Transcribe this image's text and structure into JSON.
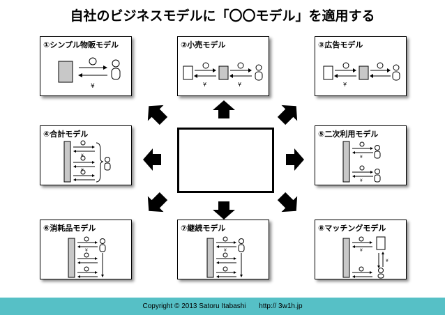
{
  "title": "自社のビジネスモデルに「〇〇モデル」を適用する",
  "panels": [
    {
      "label": "①シンプル物販モデル"
    },
    {
      "label": "②小売モデル"
    },
    {
      "label": "③広告モデル"
    },
    {
      "label": "④合計モデル"
    },
    {
      "label": "⑤二次利用モデル"
    },
    {
      "label": "⑥消耗品モデル"
    },
    {
      "label": "⑦継続モデル"
    },
    {
      "label": "⑧マッチングモデル"
    }
  ],
  "symbols": {
    "yen": "¥"
  },
  "footer": {
    "copyright": "Copyright © 2013 Satoru Itabashi",
    "url": "http:// 3w1h.jp"
  },
  "colors": {
    "footer_bar": "#56c0c6",
    "box_fill": "#c8c8c8"
  }
}
